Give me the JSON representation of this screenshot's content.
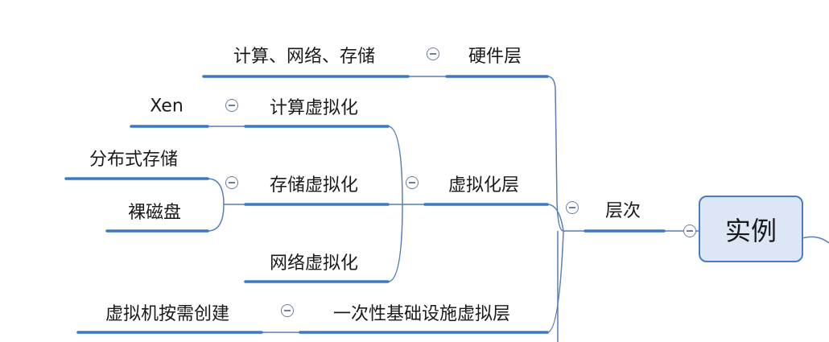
{
  "root": {
    "label": "实例"
  },
  "nodes": {
    "cengci": "层次",
    "yingjian": "硬件层",
    "jisuan_wangluo_cunchu": "计算、网络、存储",
    "xuniceng": "虚拟化层",
    "jisuan_xuni": "计算虚拟化",
    "xen": "Xen",
    "cunchu_xuni": "存储虚拟化",
    "fenbushi": "分布式存储",
    "luocipan": "裸磁盘",
    "wangluo_xuni": "网络虚拟化",
    "yicixing": "一次性基础设施虚拟层",
    "xunijii_anxu": "虚拟机按需创建"
  },
  "colors": {
    "underline": "#3b78c4",
    "connector": "#5a7db5",
    "root_fill": "#dce6f4",
    "root_border": "#4a7cc4"
  },
  "icons": {
    "collapse": "minus-circle-icon"
  }
}
